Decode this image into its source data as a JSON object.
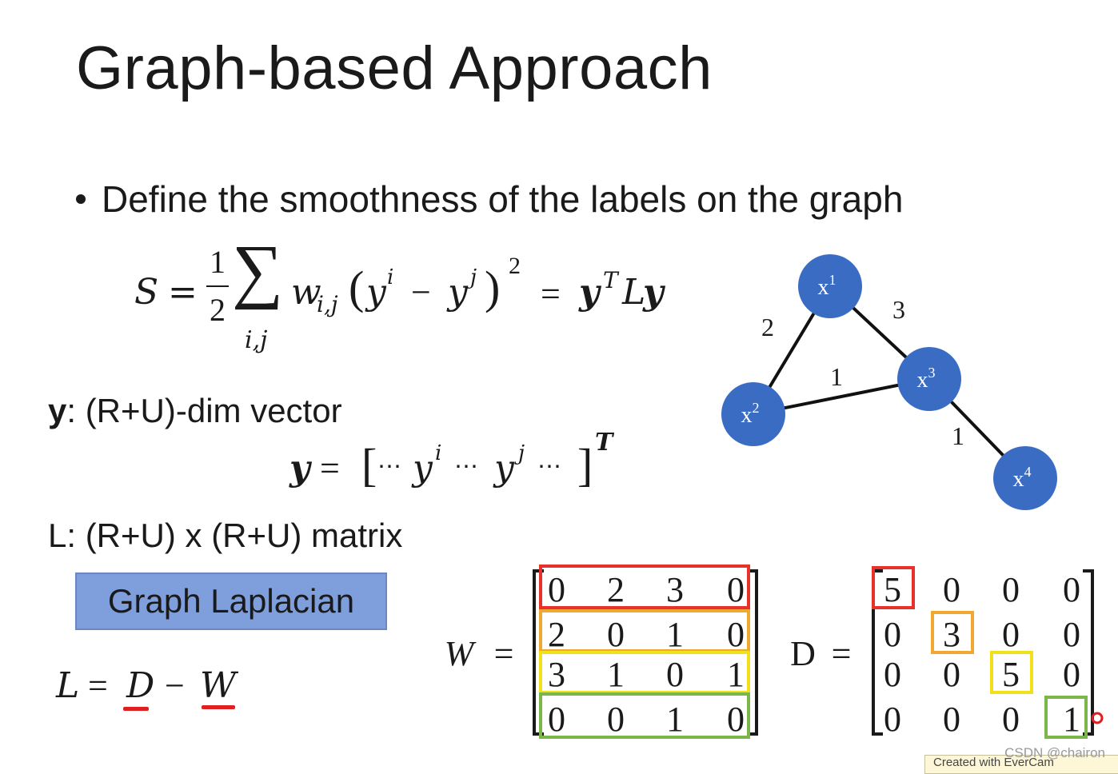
{
  "slide": {
    "title": "Graph-based Approach",
    "bullet": "Define the smoothness of the labels on the graph"
  },
  "formula_s": {
    "lhs": "S",
    "eq": "=",
    "frac_num": "1",
    "frac_den": "2",
    "sigma": "∑",
    "sum_sub": "i,j",
    "w": "w",
    "w_sub": "i,j",
    "paren_open": "(",
    "yi": "y",
    "yi_sup": "i",
    "minus": "−",
    "yj": "y",
    "yj_sup": "j",
    "paren_close": ")",
    "square": "2",
    "eq2": "=",
    "rhs_y": "y",
    "rhs_T": "T",
    "rhs_L": "L",
    "rhs_y2": "y"
  },
  "y_vector": {
    "label_bold": "y",
    "label_rest": ": (R+U)-dim vector",
    "lhs": "y",
    "eq": "=",
    "open": "[",
    "dots1": "⋯",
    "yi": "y",
    "yi_sup": "i",
    "dots2": "⋯",
    "yj": "y",
    "yj_sup": "j",
    "dots3": "⋯",
    "close": "]",
    "sup_T": "T"
  },
  "l_matrix": {
    "label": "L: (R+U) x (R+U) matrix",
    "box_label": "Graph Laplacian",
    "eq_L": "L",
    "eq_eq": "=",
    "eq_D": "D",
    "eq_minus": "−",
    "eq_W": "W"
  },
  "graph": {
    "node_color": "#3a6cc4",
    "nodes": [
      {
        "id": "x1",
        "base": "x",
        "sup": "1"
      },
      {
        "id": "x2",
        "base": "x",
        "sup": "2"
      },
      {
        "id": "x3",
        "base": "x",
        "sup": "3"
      },
      {
        "id": "x4",
        "base": "x",
        "sup": "4"
      }
    ],
    "edges": [
      {
        "from": "x1",
        "to": "x2",
        "weight": "2"
      },
      {
        "from": "x1",
        "to": "x3",
        "weight": "3"
      },
      {
        "from": "x2",
        "to": "x3",
        "weight": "1"
      },
      {
        "from": "x3",
        "to": "x4",
        "weight": "1"
      }
    ]
  },
  "w_matrix": {
    "name": "W",
    "eq": "=",
    "rows": [
      [
        "0",
        "2",
        "3",
        "0"
      ],
      [
        "2",
        "0",
        "1",
        "0"
      ],
      [
        "3",
        "1",
        "0",
        "1"
      ],
      [
        "0",
        "0",
        "1",
        "0"
      ]
    ],
    "row_highlight_colors": [
      "#e8312b",
      "#f0a830",
      "#f2e01a",
      "#7ab648"
    ]
  },
  "d_matrix": {
    "name": "D",
    "eq": "=",
    "rows": [
      [
        "5",
        "0",
        "0",
        "0"
      ],
      [
        "0",
        "3",
        "0",
        "0"
      ],
      [
        "0",
        "0",
        "5",
        "0"
      ],
      [
        "0",
        "0",
        "0",
        "1"
      ]
    ],
    "diag_highlight_colors": [
      "#e8312b",
      "#f0a830",
      "#f2e01a",
      "#7ab648"
    ]
  },
  "footer": {
    "watermark": "CSDN @chairon",
    "evercam": "Created with EverCam"
  }
}
